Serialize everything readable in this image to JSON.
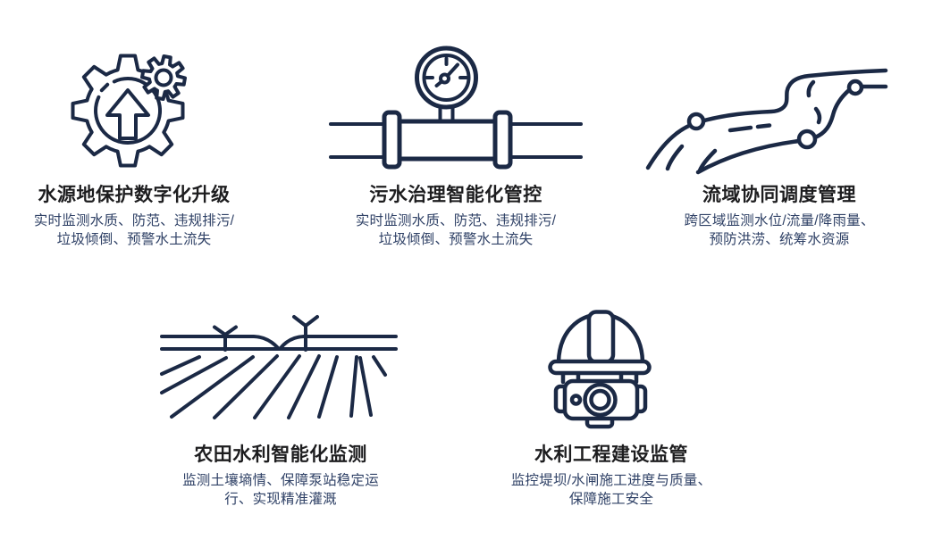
{
  "colors": {
    "background": "#ffffff",
    "icon_stroke": "#1b2945",
    "title_text": "#1d1d1f",
    "description_text": "#2f4166"
  },
  "features": [
    {
      "icon": "gear-upgrade-icon",
      "title": "水源地保护数字化升级",
      "description": "实时监测水质、防范、违规排污/\n垃圾倾倒、预警水土流失"
    },
    {
      "icon": "pipeline-gauge-icon",
      "title": "污水治理智能化管控",
      "description": "实时监测水质、防范、违规排污/\n垃圾倾倒、预警水土流失"
    },
    {
      "icon": "river-monitoring-icon",
      "title": "流域协同调度管理",
      "description": "跨区域监测水位/流量/降雨量、\n预防洪涝、统筹水资源"
    },
    {
      "icon": "farm-field-sprinkler-icon",
      "title": "农田水利智能化监测",
      "description": "监测土壤墒情、保障泵站稳定运\n行、实现精准灌溉"
    },
    {
      "icon": "helmet-camera-icon",
      "title": "水利工程建设监管",
      "description": "监控堤坝/水闸施工进度与质量、\n保障施工安全"
    }
  ]
}
